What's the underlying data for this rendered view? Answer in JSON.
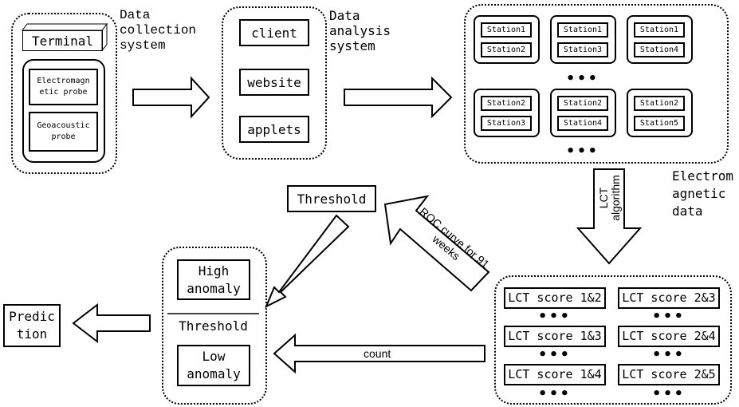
{
  "collection": {
    "label": "Data\ncollection\nsystem",
    "terminal": "Terminal",
    "probe1": "Electromagn\netic probe",
    "probe2": "Geoacoustic\nprobe"
  },
  "analysis": {
    "label": "Data\nanalysis\nsystem",
    "items": [
      "client",
      "website",
      "applets"
    ]
  },
  "stations": {
    "groups": [
      [
        "Station1",
        "Station2"
      ],
      [
        "Station1",
        "Station3"
      ],
      [
        "Station1",
        "Station4"
      ],
      [
        "Station2",
        "Station3"
      ],
      [
        "Station2",
        "Station4"
      ],
      [
        "Station2",
        "Station5"
      ]
    ],
    "ellipsis": "•••"
  },
  "em_data_label": "Electrom\nagnetic\ndata",
  "lct_arrow_label": "LCT\nalgorithm",
  "roc_arrow_label": "ROC curve for 91\nweeks",
  "threshold_box": "Threshold",
  "anomaly": {
    "high": "High\nanomaly",
    "threshold": "Threshold",
    "low": "Low\nanomaly"
  },
  "count_label": "count",
  "prediction": "Predic\ntion",
  "lct_scores": {
    "left": [
      "LCT score 1&2",
      "LCT score 1&3",
      "LCT score 1&4"
    ],
    "right": [
      "LCT score 2&3",
      "LCT score 2&4",
      "LCT score 2&5"
    ],
    "ellipsis": "•••"
  }
}
